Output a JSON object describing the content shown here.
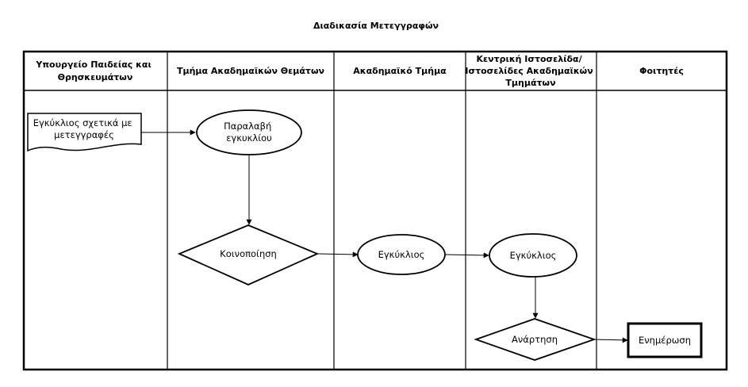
{
  "title": "Διαδικασία Μετεγγραφών",
  "lanes": [
    {
      "lines": [
        "Υπουργείο Παιδείας και",
        "Θρησκευμάτων"
      ]
    },
    {
      "lines": [
        "Τμήμα Ακαδημαϊκών Θεμάτων"
      ]
    },
    {
      "lines": [
        "Ακαδημαϊκό Τμήμα"
      ]
    },
    {
      "lines": [
        "Κεντρική Ιστοσελίδα/",
        "Ιστοσελίδες Ακαδημαϊκών",
        "Τμημάτων"
      ]
    },
    {
      "lines": [
        "Φοιτητές"
      ]
    }
  ],
  "nodes": {
    "circular_document": {
      "shape": "document",
      "lines": [
        "Εγκύκλιος σχετικά με",
        "μετεγγραφές"
      ]
    },
    "receive_circular": {
      "shape": "ellipse",
      "lines": [
        "Παραλαβή",
        "εγκυκλίου"
      ]
    },
    "notification": {
      "shape": "diamond",
      "lines": [
        "Κοινοποίηση"
      ]
    },
    "circular_department": {
      "shape": "ellipse",
      "lines": [
        "Εγκύκλιος"
      ]
    },
    "circular_website": {
      "shape": "ellipse",
      "lines": [
        "Εγκύκλιος"
      ]
    },
    "posting": {
      "shape": "diamond",
      "lines": [
        "Ανάρτηση"
      ]
    },
    "update": {
      "shape": "rectangle",
      "lines": [
        "Ενημέρωση"
      ]
    }
  }
}
